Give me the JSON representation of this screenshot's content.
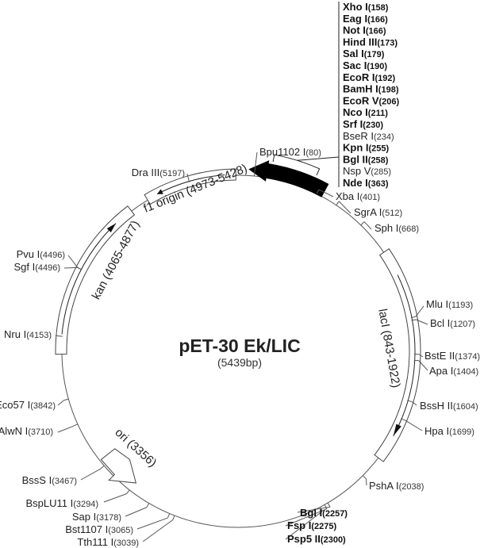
{
  "plasmid": {
    "name": "pET-30 Ek/LIC",
    "size_label": "(5439bp)",
    "length": 5439
  },
  "features": [
    {
      "name": "f1 origin (4973-5428)",
      "start": 4973,
      "end": 5428,
      "direction": "counterclockwise",
      "type": "box"
    },
    {
      "name": "kan (4065-4877)",
      "start": 4065,
      "end": 4877,
      "direction": "clockwise",
      "type": "box"
    },
    {
      "name": "lacI (843-1922)",
      "start": 843,
      "end": 1922,
      "direction": "clockwise",
      "type": "box"
    },
    {
      "name": "ori (3356)",
      "start": 3290,
      "end": 3500,
      "direction": "counterclockwise",
      "type": "open-arrow"
    },
    {
      "name": "",
      "start": 50,
      "end": 430,
      "direction": "counterclockwise",
      "type": "solid-arrow"
    }
  ],
  "mcs_sites": [
    {
      "name": "Xho I",
      "pos": "(158)",
      "bold": true
    },
    {
      "name": "Eag I",
      "pos": "(166)",
      "bold": true
    },
    {
      "name": "Not I",
      "pos": "(166)",
      "bold": true
    },
    {
      "name": "Hind III",
      "pos": "(173)",
      "bold": true
    },
    {
      "name": "Sal I",
      "pos": "(179)",
      "bold": true
    },
    {
      "name": "Sac I",
      "pos": "(190)",
      "bold": true
    },
    {
      "name": "EcoR I",
      "pos": "(192)",
      "bold": true
    },
    {
      "name": "BamH I",
      "pos": "(198)",
      "bold": true
    },
    {
      "name": "EcoR V",
      "pos": "(206)",
      "bold": true
    },
    {
      "name": "Nco I",
      "pos": "(211)",
      "bold": true
    },
    {
      "name": "Srf I",
      "pos": "(230)",
      "bold": true
    },
    {
      "name": "BseR I",
      "pos": "(234)",
      "bold": false
    },
    {
      "name": "Kpn I",
      "pos": "(255)",
      "bold": true
    },
    {
      "name": "Bgl II",
      "pos": "(258)",
      "bold": true
    },
    {
      "name": "Nsp V",
      "pos": "(285)",
      "bold": false
    },
    {
      "name": "Nde I",
      "pos": "(363)",
      "bold": true
    }
  ],
  "sites": [
    {
      "name": "Bpu1102 I",
      "pos": "(80)",
      "at": 80,
      "bold": false
    },
    {
      "name": "Xba I",
      "pos": "(401)",
      "at": 401,
      "bold": false
    },
    {
      "name": "SgrA I",
      "pos": "(512)",
      "at": 512,
      "bold": false
    },
    {
      "name": "Sph I",
      "pos": "(668)",
      "at": 668,
      "bold": false
    },
    {
      "name": "Mlu I",
      "pos": "(1193)",
      "at": 1193,
      "bold": false
    },
    {
      "name": "Bcl I",
      "pos": "(1207)",
      "at": 1207,
      "bold": false
    },
    {
      "name": "BstE II",
      "pos": "(1374)",
      "at": 1374,
      "bold": false
    },
    {
      "name": "Apa I",
      "pos": "(1404)",
      "at": 1404,
      "bold": false
    },
    {
      "name": "BssH II",
      "pos": "(1604)",
      "at": 1604,
      "bold": false
    },
    {
      "name": "Hpa I",
      "pos": "(1699)",
      "at": 1699,
      "bold": false
    },
    {
      "name": "PshA I",
      "pos": "(2038)",
      "at": 2038,
      "bold": false
    },
    {
      "name": "Bgl I",
      "pos": "(2257)",
      "at": 2257,
      "bold": true
    },
    {
      "name": "Fsp I",
      "pos": "(2275)",
      "at": 2275,
      "bold": true
    },
    {
      "name": "Psp5 II",
      "pos": "(2300)",
      "at": 2300,
      "bold": true
    },
    {
      "name": "Tth111 I",
      "pos": "(3039)",
      "at": 3039,
      "bold": false
    },
    {
      "name": "Bst1107 I",
      "pos": "(3065)",
      "at": 3065,
      "bold": false
    },
    {
      "name": "Sap I",
      "pos": "(3178)",
      "at": 3178,
      "bold": false
    },
    {
      "name": "BspLU11 I",
      "pos": "(3294)",
      "at": 3294,
      "bold": false
    },
    {
      "name": "BssS I",
      "pos": "(3467)",
      "at": 3467,
      "bold": false
    },
    {
      "name": "AlwN I",
      "pos": "(3710)",
      "at": 3710,
      "bold": false
    },
    {
      "name": "Eco57 I",
      "pos": "(3842)",
      "at": 3842,
      "bold": false
    },
    {
      "name": "Nru I",
      "pos": "(4153)",
      "at": 4153,
      "bold": false
    },
    {
      "name": "Sgf I",
      "pos": "(4496)",
      "at": 4496,
      "bold": false
    },
    {
      "name": "Pvu I",
      "pos": "(4496)",
      "at": 4496,
      "bold": false
    },
    {
      "name": "Dra III",
      "pos": "(5197)",
      "at": 5197,
      "bold": false
    }
  ],
  "colors": {
    "line": "#555555",
    "text": "#222222",
    "solid_arrow": "#000000"
  }
}
